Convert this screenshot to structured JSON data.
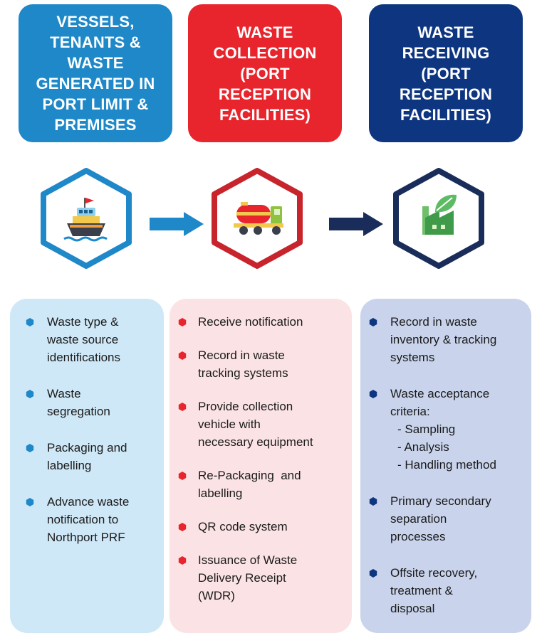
{
  "colors": {
    "stage1": "#1e88c8",
    "stage2": "#e8242c",
    "stage3": "#0e3580",
    "arrow1": "#1e88c8",
    "arrow2": "#1a2d5a"
  },
  "headers": [
    {
      "lines": [
        "VESSELS,",
        "TENANTS &",
        "WASTE",
        "GENERATED IN",
        "PORT LIMIT &",
        "PREMISES"
      ]
    },
    {
      "lines": [
        "WASTE",
        "COLLECTION",
        "(PORT",
        "RECEPTION",
        "FACILITIES)"
      ]
    },
    {
      "lines": [
        "WASTE",
        "RECEIVING",
        "(PORT",
        "RECEPTION",
        "FACILITIES)"
      ]
    }
  ],
  "icons": [
    "ship-icon",
    "tanker-truck-icon",
    "eco-factory-icon"
  ],
  "columns": [
    {
      "items": [
        {
          "lines": [
            "Waste type &",
            "waste source",
            "identifications"
          ]
        },
        {
          "lines": [
            "Waste",
            "segregation"
          ]
        },
        {
          "lines": [
            "Packaging and",
            "labelling"
          ]
        },
        {
          "lines": [
            "Advance waste",
            "notification to",
            "Northport PRF"
          ]
        }
      ]
    },
    {
      "items": [
        {
          "lines": [
            "Receive notification"
          ]
        },
        {
          "lines": [
            "Record in waste",
            "tracking systems"
          ]
        },
        {
          "lines": [
            "Provide collection",
            "vehicle with",
            "necessary equipment"
          ]
        },
        {
          "lines": [
            "Re-Packaging  and",
            "labelling"
          ]
        },
        {
          "lines": [
            "QR code system"
          ]
        },
        {
          "lines": [
            "Issuance of Waste",
            "Delivery Receipt",
            "(WDR)"
          ]
        }
      ]
    },
    {
      "items": [
        {
          "lines": [
            "Record in waste",
            "inventory & tracking",
            "systems"
          ]
        },
        {
          "lines": [
            "Waste acceptance",
            "criteria:",
            "- Sampling",
            "- Analysis",
            "- Handling method"
          ]
        },
        {
          "lines": [
            "Primary secondary",
            "separation",
            "processes"
          ]
        },
        {
          "lines": [
            "Offsite recovery,",
            "treatment &",
            "disposal"
          ]
        }
      ]
    }
  ]
}
